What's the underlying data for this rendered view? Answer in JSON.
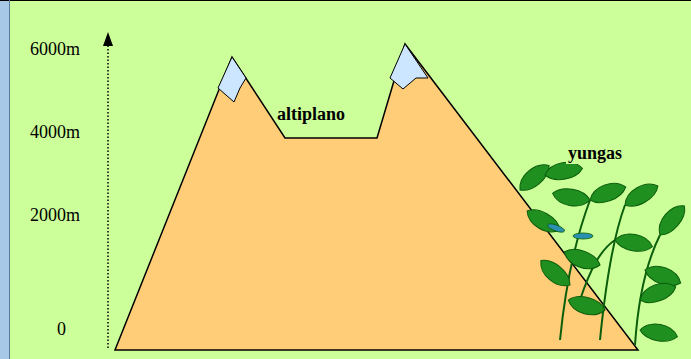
{
  "diagram": {
    "labels": [
      "6000m",
      "4000m",
      "2000m",
      "0",
      "altiplano",
      "yungas"
    ]
  }
}
